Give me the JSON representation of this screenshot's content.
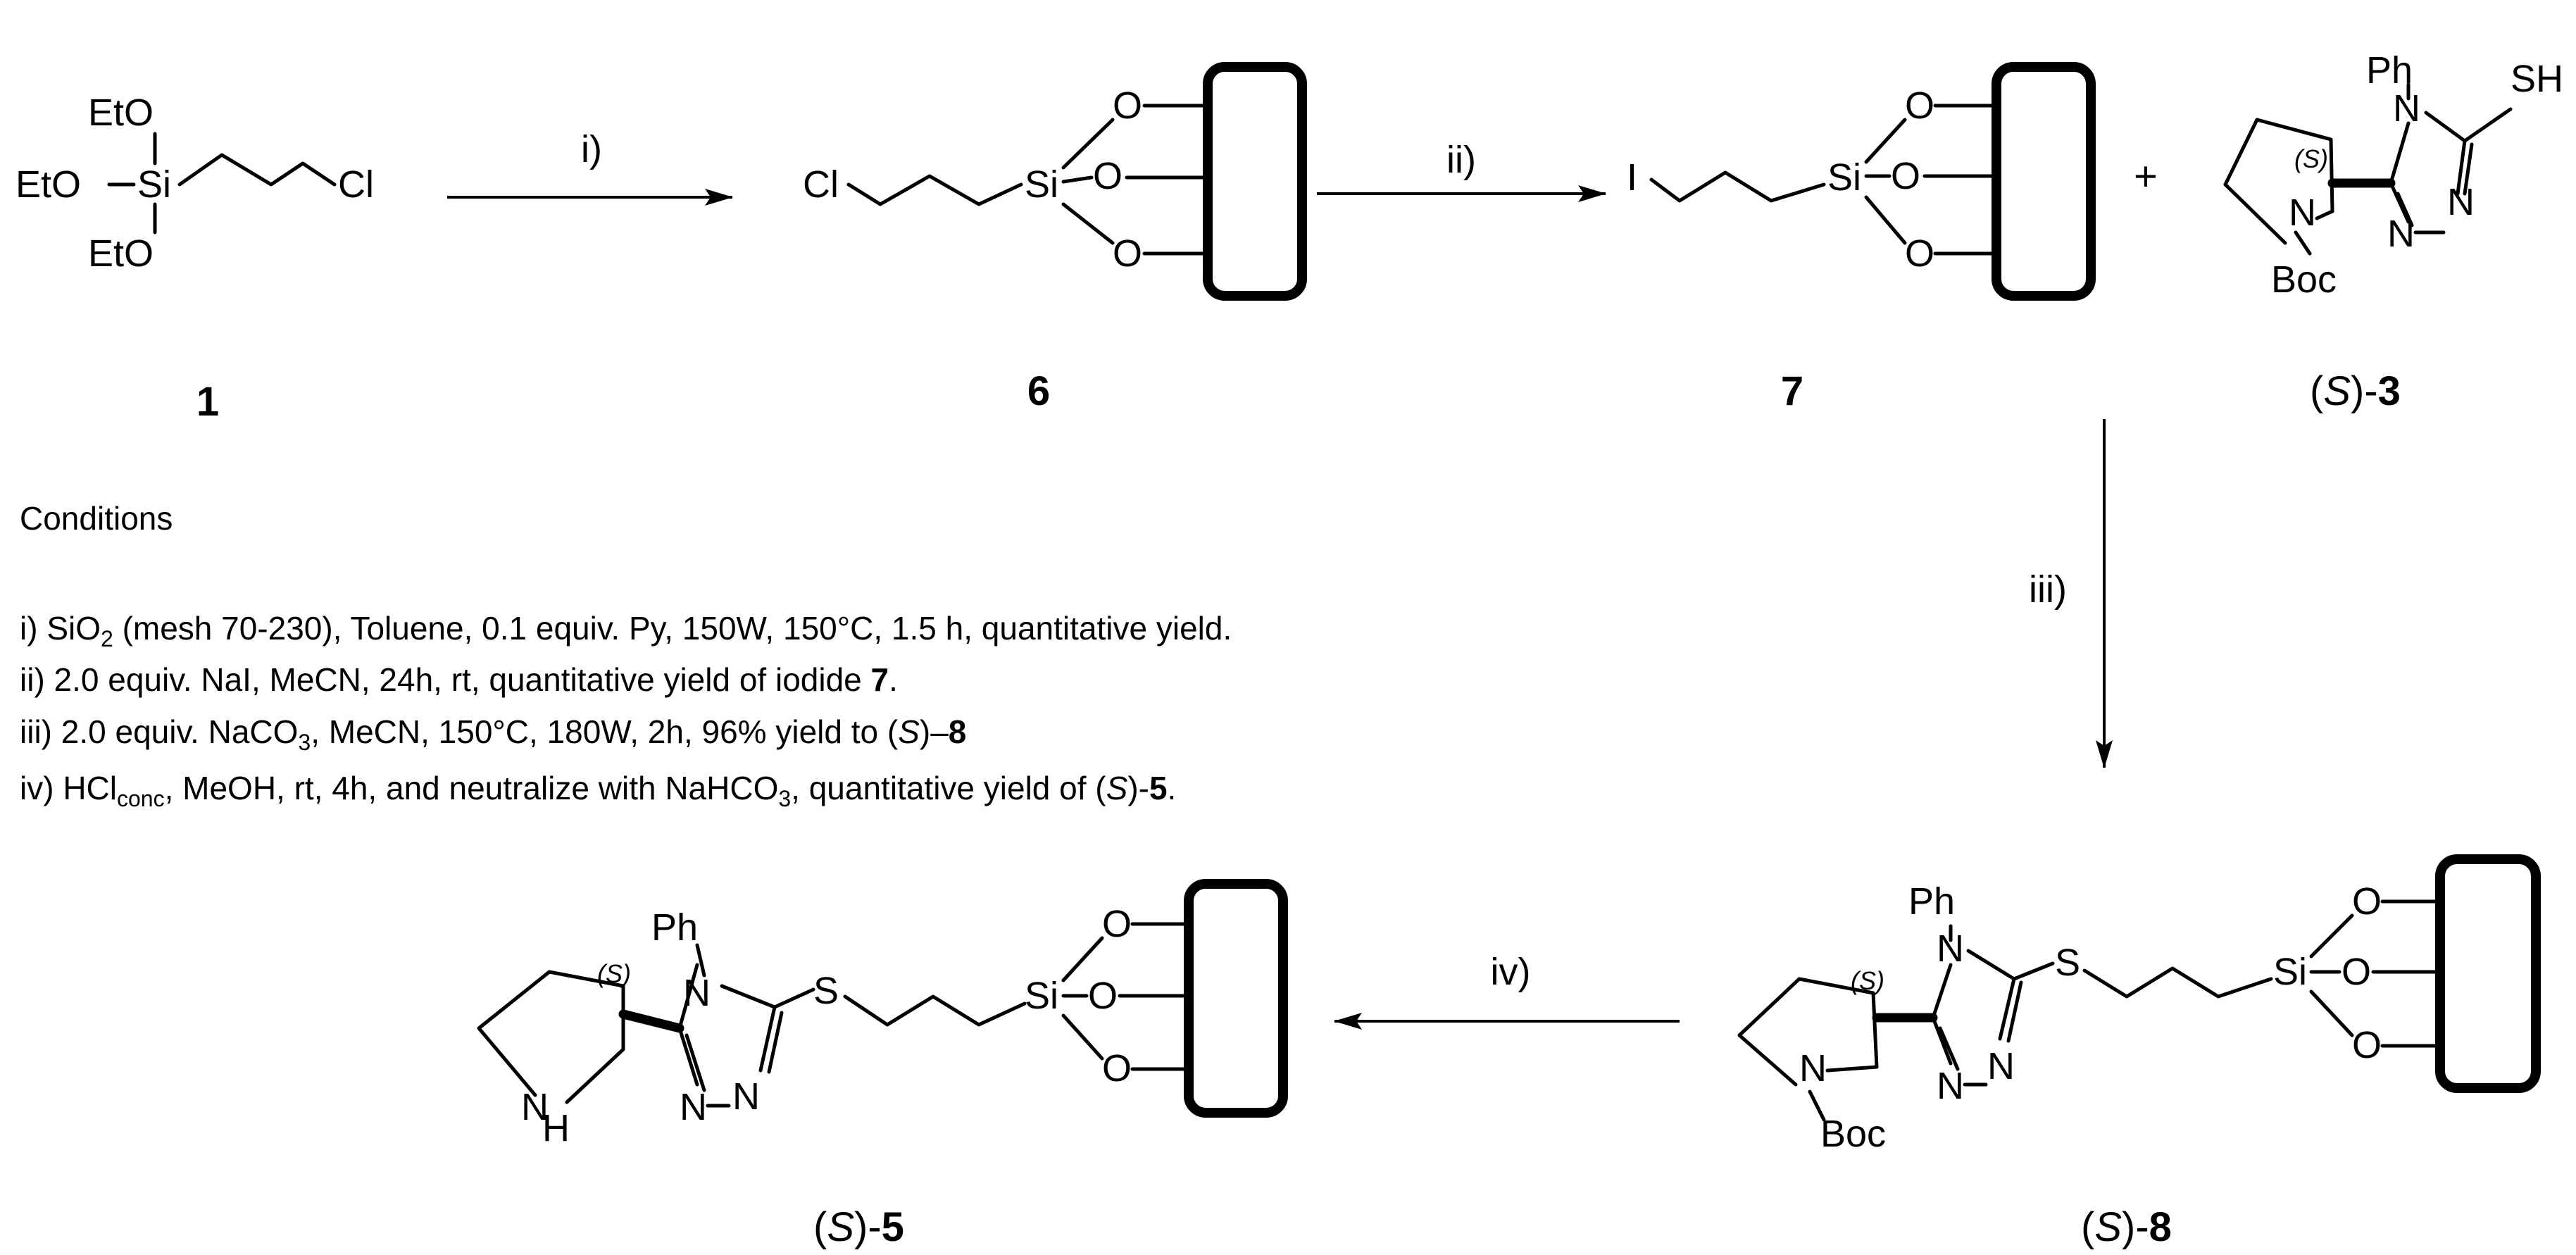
{
  "atoms": {
    "eto": "EtO",
    "si": "Si",
    "o": "O",
    "cl": "Cl",
    "i": "I",
    "ph": "Ph",
    "n": "N",
    "s": "S",
    "sh": "SH",
    "boc": "Boc",
    "h": "H",
    "stereo": "(S)"
  },
  "compounds": {
    "c1": "1",
    "c6": "6",
    "c7": "7",
    "c3": {
      "prefix": "(",
      "italic": "S",
      "suffix": ")-",
      "num": "3"
    },
    "c8": {
      "prefix": "(",
      "italic": "S",
      "suffix": ")-",
      "num": "8"
    },
    "c5": {
      "prefix": "(",
      "italic": "S",
      "suffix": ")-",
      "num": "5"
    }
  },
  "steps": {
    "i": "i)",
    "ii": "ii)",
    "iii": "iii)",
    "iv": "iv)"
  },
  "plus": "+",
  "conditions": {
    "title": "Conditions",
    "l1": {
      "a": "i) SiO",
      "sub": "2",
      "b": " (mesh  70-230), Toluene, 0.1 equiv. Py, 150W, 150°C, 1.5 h, quantitative yield."
    },
    "l2": {
      "a": "ii) 2.0 equiv. NaI, MeCN, 24h, rt, quantitative yield of iodide ",
      "bold": "7",
      "b": "."
    },
    "l3": {
      "a": "iii) 2.0 equiv. NaCO",
      "sub": "3",
      "b": ", MeCN, 150°C, 180W, 2h, 96% yield to (",
      "it": "S",
      "c": ")–",
      "bold": "8"
    },
    "l4": {
      "a": "iv) HCl",
      "sub": "conc",
      "b": ", MeOH, rt, 4h, and neutralize with NaHCO",
      "sub2": "3",
      "c": ", quantitative yield of (",
      "it": "S",
      "d": ")-",
      "bold": "5",
      "e": "."
    }
  }
}
